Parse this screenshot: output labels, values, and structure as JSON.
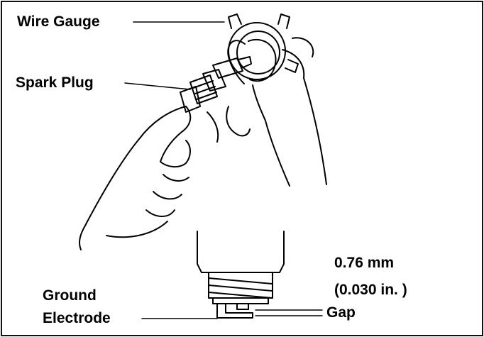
{
  "labels": {
    "wire_gauge": "Wire Gauge",
    "spark_plug": "Spark Plug",
    "gap_spec_mm": "0.76 mm",
    "gap_spec_in": "(0.030 in. )",
    "ground_line1": "Ground",
    "ground_line2": "Electrode",
    "gap": "Gap"
  },
  "colors": {
    "ink": "#000000",
    "paper": "#ffffff"
  }
}
